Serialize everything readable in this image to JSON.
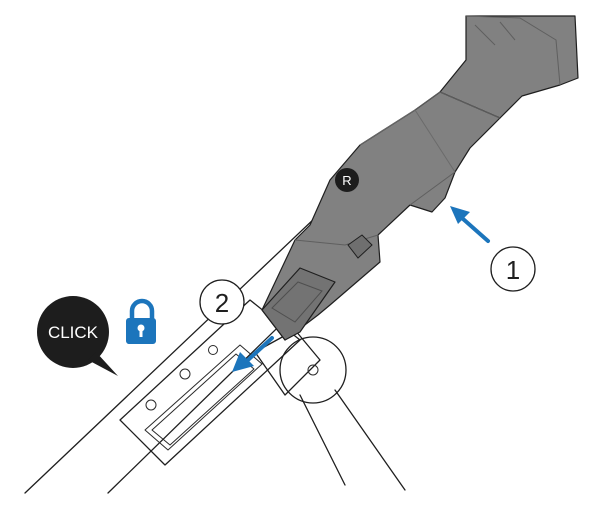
{
  "callouts": {
    "step_1": "1",
    "step_2": "2",
    "part_marker": "R",
    "click_bubble": "CLICK"
  },
  "icons": {
    "lock": "lock-icon"
  },
  "colors": {
    "part_fill": "#818181",
    "part_dark": "#5f5f5f",
    "arrow_blue": "#1c75bc",
    "bubble": "#1d1d1d",
    "outline": "#1f1f1f"
  }
}
